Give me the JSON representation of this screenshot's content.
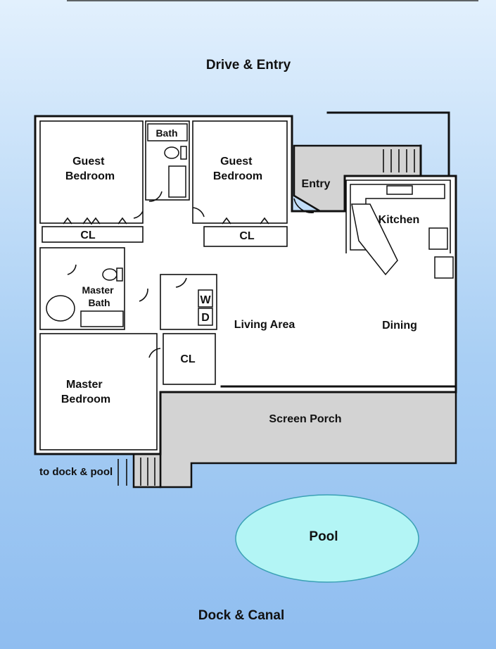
{
  "site": {
    "top_label": "Drive & Entry",
    "bottom_label": "Dock & Canal",
    "side_label": "to dock & pool"
  },
  "rooms": {
    "guest_bedroom_1": [
      "Guest",
      "Bedroom"
    ],
    "guest_bedroom_2": [
      "Guest",
      "Bedroom"
    ],
    "bath": "Bath",
    "closet_1": "CL",
    "closet_2": "CL",
    "closet_3": "CL",
    "entry": "Entry",
    "kitchen": "Kitchen",
    "master_bath": [
      "Master",
      "Bath"
    ],
    "washer": "W",
    "dryer": "D",
    "living_area": "Living Area",
    "dining": "Dining",
    "master_bedroom": [
      "Master",
      "Bedroom"
    ],
    "screen_porch": "Screen Porch",
    "pool": "Pool"
  },
  "colors": {
    "pool": "#b3f5f5",
    "porch": "#d3d3d3",
    "wall": "#111111",
    "background_top": "#e2f0fd",
    "background_bottom": "#8fbdf0"
  }
}
